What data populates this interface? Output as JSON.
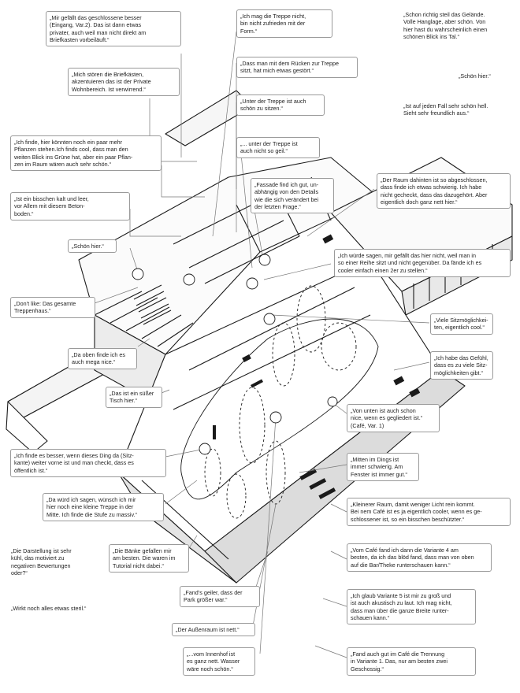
{
  "colors": {
    "line": "#1a1a1a",
    "leader": "#777777",
    "box": "#9a9a9a",
    "fill": "#ffffff"
  },
  "comments": {
    "c1": "„Mir gefällt das geschlossene besser\n(Eingang, Var.2). Das ist dann etwas\nprivater, auch weil man nicht direkt am\nBriefkasten vorbeiläuft.“",
    "c2": "„Mich stören die Briefkästen,\nakzentuieren das ist der Private\nWohnbereich. Ist verwirrend.“",
    "c3": "„Ich finde, hier könnten noch ein paar mehr\nPflanzen stehen.Ich finds cool, dass man den\nweiten Blick ins Grüne hat, aber ein paar Pflan-\nzen im Raum wären auch sehr schön.“",
    "c4": "„Ist ein bisschen kalt und leer,\nvor Allem mit diesem Beton-\nboden.“",
    "c5": "„Schön hier.“",
    "c6": "„Don’t like: Das gesamte\nTreppenhaus.“",
    "c7": "„Da oben finde ich es\nauch mega nice.“",
    "c8": "„Das ist ein süßer\nTisch hier.“",
    "c9": "„Ich finde es besser, wenn dieses Ding da (Sitz-\nkante) weiter vorne ist und man checkt, dass es\nöffentlich ist.“",
    "c10": "„Da würd ich sagen, wünsch ich mir\nhier noch eine kleine Treppe in der\nMitte. Ich finde die Stufe zu massiv.“",
    "c11": "„Die Darstellung ist sehr\nkühl, das motiviert zu\nnegativen Bewertungen\noder?“",
    "c12": "„Wirkt noch alles etwas steril.“",
    "c13": "„Ich mag die Treppe nicht,\nbin nicht zufrieden mit der\nForm.“",
    "c14": "„Dass man mit dem Rücken zur Treppe\nsitzt, hat mich etwas gestört.“",
    "c15": "„Unter der Treppe ist auch\nschön zu sitzen.“",
    "c16": "„... unter der Treppe ist\nauch nicht so geil.“",
    "c17": "„Fassade find ich gut, un-\nabhängig von den Details\nwie die sich verändert bei\nder letzten Frage.“",
    "c18": "„Schon richtig steil das Gelände.\nVolle Hanglage, aber schön. Von\nhier hast du wahrscheinlich einen\nschönen Blick ins Tal.“",
    "c19": "„Schön hier.“",
    "c20": "„Ist auf jeden Fall sehr schön hell.\nSieht sehr freundlich aus.“",
    "c21": "„Der Raum dahinten ist so abgeschlossen,\ndass finde ich etwas schwierig. Ich habe\nnicht gecheckt, dass das dazugehört. Aber\neigentlich doch ganz nett hier.“",
    "c22": "„Ich würde sagen, mir gefällt das hier nicht, weil man in\nso einer Reihe sitzt und nicht gegenüber. Da fände ich es\ncooler einfach einen 2er zu stellen.“",
    "c23": "„Viele Sitzmöglichkei-\nten, eigentlich cool.“",
    "c24": "„Ich habe das Gefühl,\ndass es zu viele Sitz-\nmöglichkeiten gibt.“",
    "c25": "„Von unten ist auch schon\nnice, wenn es gegliedert ist.“\n(Café, Var. 1)",
    "c26": "„Mitten im Dings ist\nimmer schwierig. Am\nFenster ist immer gut.“",
    "c27": "„Kleinerer Raum, damit weniger Licht rein kommt.\nBei nem Café ist es ja eigentlich cooler, wenn es ge-\nschlossener ist, so ein bisschen beschützter.“",
    "c28": "„Vom Café fand ich dann die Variante 4 am\nbesten, da ich das blöd fand, dass man von oben\nauf die Bar/Theke runterschauen kann.“",
    "c29": "„Ich glaub Variante 5 ist mir zu groß und\nist auch akustisch zu laut. Ich mag nicht,\ndass man über die ganze Breite runter-\nschauen kann.“",
    "c30": "„Fand auch gut im Café die Trennung\nin Variante 1. Das, nur am besten zwei\nGeschossig.“",
    "c31": "„Die Bänke gefallen mir\nam besten. Die waren im\nTutorial nicht dabei.“",
    "c32": "„Fand’s geiler, dass der\nPark größer war.“",
    "c33": "„Der Außenraum ist nett.“",
    "c34": "„...vom Innenhof ist\nes ganz nett. Wasser\nwäre noch schön.“"
  }
}
